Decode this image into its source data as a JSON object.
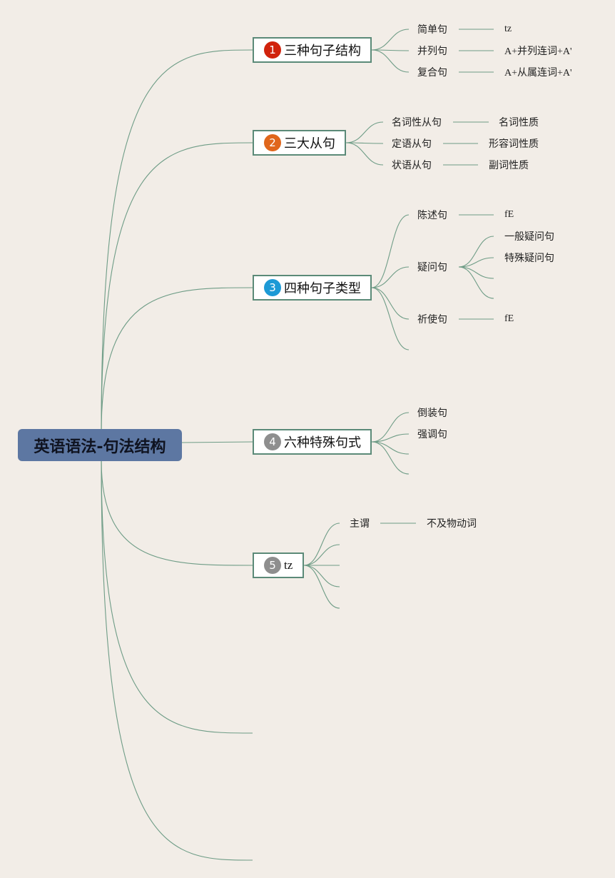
{
  "root": {
    "label": "英语语法-句法结构"
  },
  "branches": [
    {
      "badge": "1",
      "badge_color": "#d1230c",
      "label": "三种句子结构",
      "items": [
        {
          "label": "简单句",
          "detail": "tz"
        },
        {
          "label": "并列句",
          "detail": "A+并列连词+A'"
        },
        {
          "label": "复合句",
          "detail": "A+从属连词+A'"
        }
      ]
    },
    {
      "badge": "2",
      "badge_color": "#e0661b",
      "label": "三大从句",
      "items": [
        {
          "label": "名词性从句",
          "detail": "名词性质"
        },
        {
          "label": "定语从句",
          "detail": "形容词性质"
        },
        {
          "label": "状语从句",
          "detail": "副词性质"
        }
      ]
    },
    {
      "badge": "3",
      "badge_color": "#1d9ad6",
      "label": "四种句子类型",
      "items": [
        {
          "label": "陈述句",
          "detail": "fE"
        },
        {
          "label": "疑问句",
          "subitems": [
            "一般疑问句",
            "特殊疑问句",
            "",
            ""
          ]
        },
        {
          "label": "祈使句",
          "detail": "fE"
        },
        {
          "label": ""
        }
      ]
    },
    {
      "badge": "4",
      "badge_color": "#8e8e8e",
      "label": "六种特殊句式",
      "items": [
        {
          "label": "倒装句"
        },
        {
          "label": "强调句"
        },
        {
          "label": ""
        },
        {
          "label": ""
        }
      ]
    },
    {
      "badge": "5",
      "badge_color": "#8e8e8e",
      "label": "tz",
      "items": [
        {
          "label": "主谓",
          "detail": "不及物动词"
        },
        {
          "label": ""
        },
        {
          "label": ""
        },
        {
          "label": ""
        },
        {
          "label": ""
        }
      ]
    }
  ],
  "line_color": "#6e9c86"
}
